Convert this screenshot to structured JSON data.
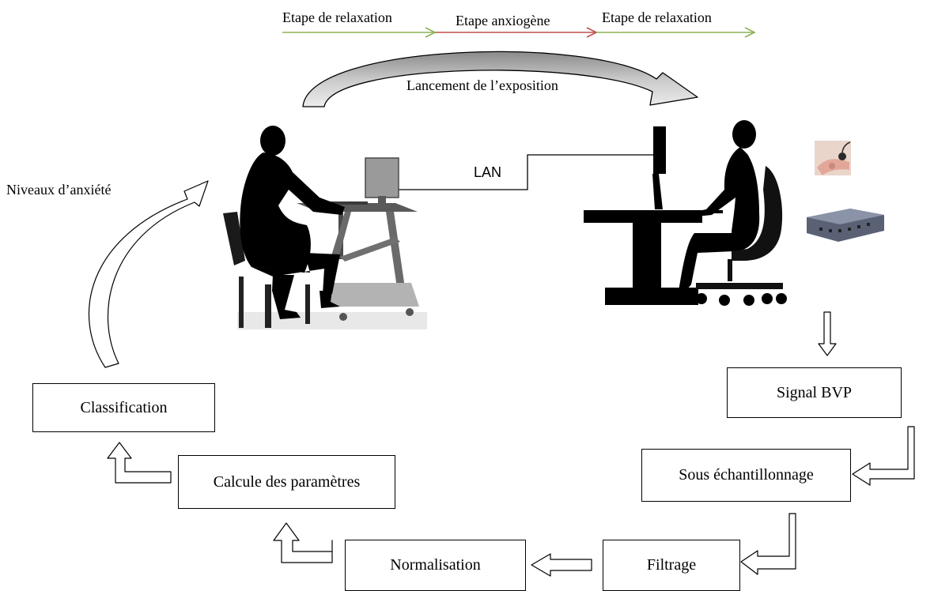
{
  "stages": {
    "step1": "Etape de relaxation",
    "step2": "Etape anxiogène",
    "step3": "Etape de relaxation",
    "colors": {
      "relaxation": "#8db255",
      "anxiogene": "#c0504d"
    }
  },
  "exposure_label": "Lancement de l’exposition",
  "network_label": "LAN",
  "feedback_label": "Niveaux d’anxiété",
  "pipeline": {
    "signal": "Signal BVP",
    "downsampling": "Sous échantillonnage",
    "filtering": "Filtrage",
    "normalization": "Normalisation",
    "parameters": "Calcule des paramètres",
    "classification": "Classification"
  }
}
